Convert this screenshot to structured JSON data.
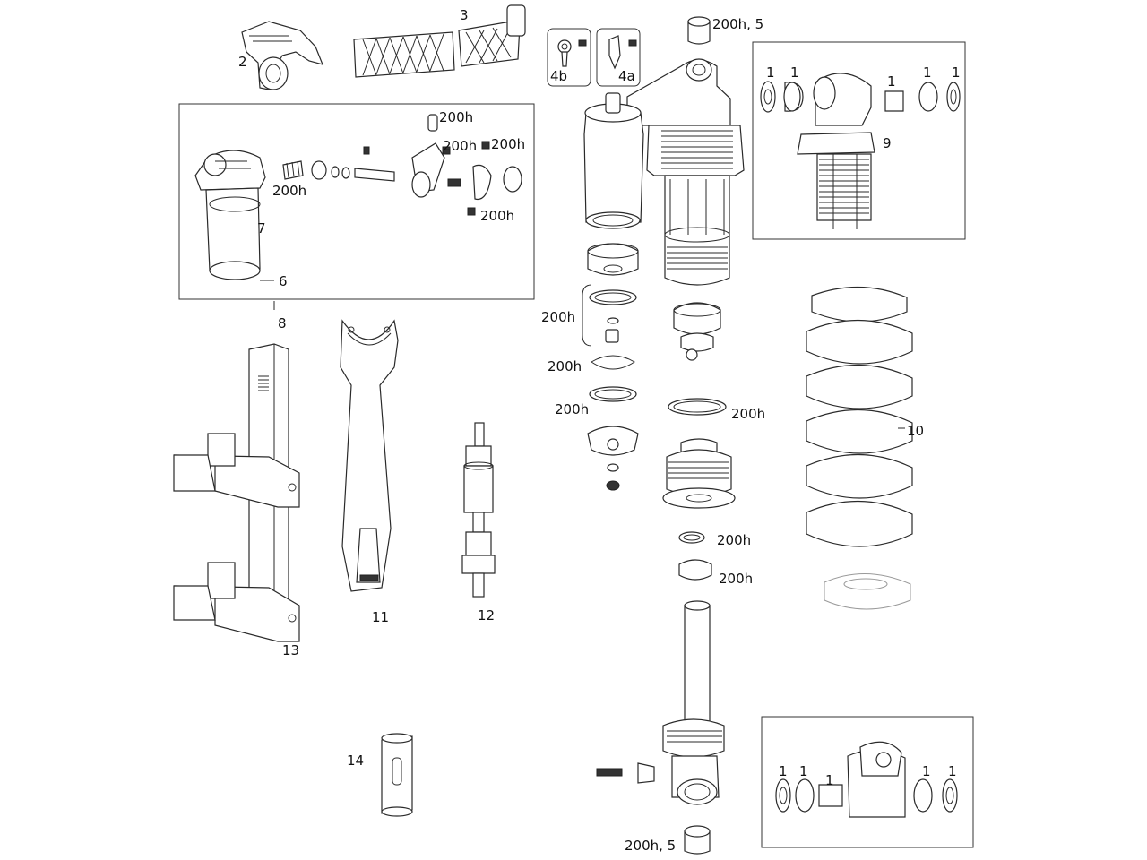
{
  "labels": {
    "l1a": "1",
    "l1b": "1",
    "l1c": "1",
    "l1d": "1",
    "l1e": "1",
    "l1f": "1",
    "l1g": "1",
    "l1h": "1",
    "l1i": "1",
    "l1j": "1",
    "l2": "2",
    "l3": "3",
    "l4a": "4a",
    "l4b": "4b",
    "l5top": "200h, 5",
    "l5bottom": "200h, 5",
    "l6": "6",
    "l7": "7",
    "l8": "8",
    "l9": "9",
    "l10": "10",
    "l11": "11",
    "l12": "12",
    "l13": "13",
    "l14": "14",
    "h1": "200h",
    "h2": "200h",
    "h3": "200h",
    "h4": "200h",
    "h5": "200h",
    "h6": "200h",
    "h7": "200h",
    "h8": "200h",
    "h9": "200h",
    "h10": "200h",
    "h11": "200h",
    "h12": "200h"
  }
}
